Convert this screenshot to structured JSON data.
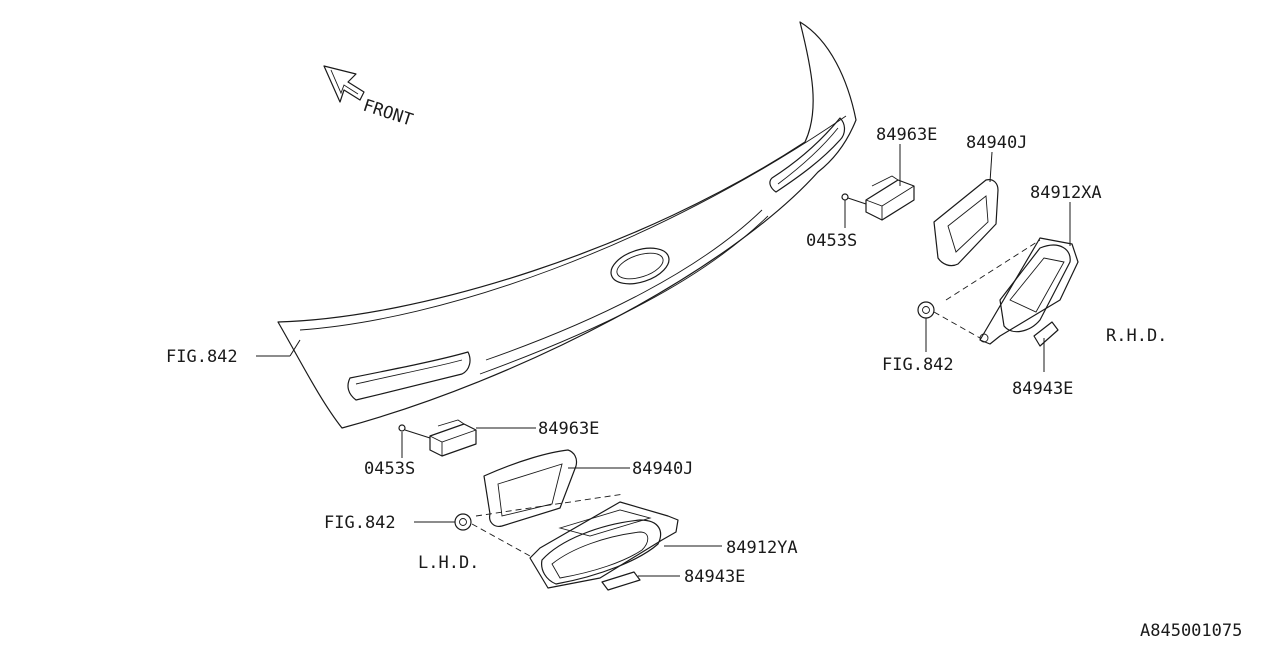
{
  "diagram": {
    "front_label": "FRONT",
    "callouts": {
      "fig842_spoiler": "FIG.842",
      "p84963e_right": "84963E",
      "p84940j_right": "84940J",
      "p84912xa": "84912XA",
      "p0453s_right": "0453S",
      "rhd": "R.H.D.",
      "fig842_right": "FIG.842",
      "p84943e_right": "84943E",
      "p84963e_left": "84963E",
      "p0453s_left": "0453S",
      "p84940j_left": "84940J",
      "fig842_left": "FIG.842",
      "p84912ya": "84912YA",
      "lhd": "L.H.D.",
      "p84943e_left": "84943E"
    },
    "diagram_id": "A845001075"
  }
}
